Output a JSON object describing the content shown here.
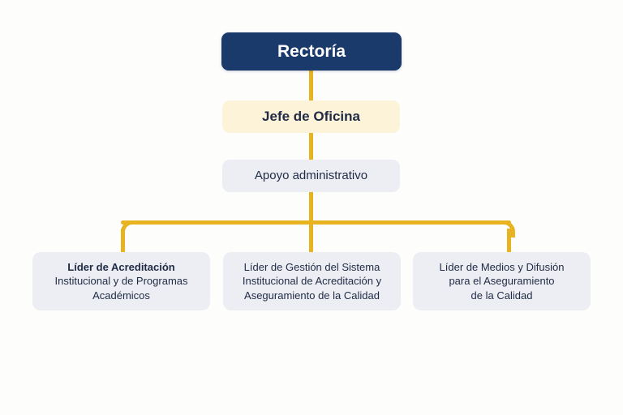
{
  "colors": {
    "background": "#fdfdfc",
    "navy": "#1a3a6b",
    "cream": "#fcf3d9",
    "gray": "#eceef3",
    "connector_yellow": "#e8b320",
    "text_dark": "#1f2b45",
    "text_light": "#ffffff"
  },
  "chart_data": {
    "type": "diagram",
    "diagram_type": "organizational-chart",
    "orientation": "top-down",
    "title": "",
    "nodes": [
      {
        "id": "rectoria",
        "label": "Rectoría",
        "level": 0,
        "style": "navy",
        "bold": true
      },
      {
        "id": "jefe-de-oficina",
        "label": "Jefe de Oficina",
        "level": 1,
        "style": "cream",
        "bold": true
      },
      {
        "id": "apoyo-administrativo",
        "label": "Apoyo administrativo",
        "level": 2,
        "style": "gray",
        "bold": false
      },
      {
        "id": "lider-acreditacion",
        "level": 3,
        "style": "gray",
        "lines": [
          {
            "text": "Líder de Acreditación",
            "bold": true
          },
          {
            "text": "Institucional y de Programas",
            "bold": false
          },
          {
            "text": "Académicos",
            "bold": false
          }
        ]
      },
      {
        "id": "lider-gestion",
        "level": 3,
        "style": "gray",
        "lines": [
          {
            "text": "Líder de Gestión del Sistema",
            "bold": false
          },
          {
            "text": "Institucional de Acreditación y",
            "bold": false
          },
          {
            "text": "Aseguramiento de la Calidad",
            "bold": false
          }
        ]
      },
      {
        "id": "lider-medios",
        "level": 3,
        "style": "gray",
        "lines": [
          {
            "text": "Líder de Medios y Difusión",
            "bold": false
          },
          {
            "text": "para el Aseguramiento",
            "bold": false
          },
          {
            "text": "de la Calidad",
            "bold": false
          }
        ]
      }
    ],
    "edges": [
      {
        "from": "rectoria",
        "to": "jefe-de-oficina"
      },
      {
        "from": "jefe-de-oficina",
        "to": "apoyo-administrativo"
      },
      {
        "from": "apoyo-administrativo",
        "to": "lider-acreditacion"
      },
      {
        "from": "apoyo-administrativo",
        "to": "lider-gestion"
      },
      {
        "from": "apoyo-administrativo",
        "to": "lider-medios"
      }
    ]
  },
  "nodes": {
    "rectoria": {
      "label": "Rectoría"
    },
    "jefe": {
      "label": "Jefe de Oficina"
    },
    "apoyo": {
      "label": "Apoyo administrativo"
    },
    "acreditacion": {
      "line1": "Líder de Acreditación",
      "line2": "Institucional y de Programas",
      "line3": "Académicos"
    },
    "gestion": {
      "line1": "Líder de Gestión del Sistema",
      "line2": "Institucional de Acreditación y",
      "line3": "Aseguramiento de la Calidad"
    },
    "medios": {
      "line1": "Líder de Medios y Difusión",
      "line2": "para el Aseguramiento",
      "line3": "de la Calidad"
    }
  }
}
